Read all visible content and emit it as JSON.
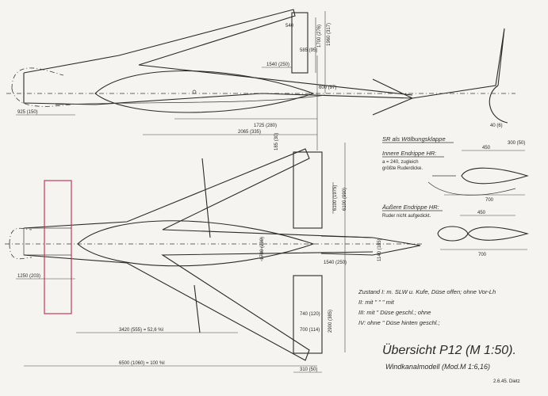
{
  "title": {
    "main": "Übersicht P12 (M 1:50).",
    "sub": "Windkanalmodell (Mod.M 1:6,16)",
    "date": "2.6.45. Dietz"
  },
  "sections": {
    "sr_heading": "SR als Wölbungsklappe",
    "inner_heading": "Innere Endrippe HR:",
    "inner_note1": "a = 240, zugleich",
    "inner_note2": "größte Ruderdicke.",
    "inner_dim_a": "450",
    "inner_dim_b": "700",
    "outer_heading": "Äußere Endrippe HR:",
    "outer_note": "Ruder nicht aufgedickt.",
    "outer_dim_a": "450",
    "outer_dim_b": "700"
  },
  "config": {
    "row1": "Zustand I: m. SLW u. Kufe, Düse offen; ohne Vor-Lh",
    "row2": "II: mit  \"   \"   \"   mit",
    "row3": "III: mit  \"  Düse geschl.; ohne",
    "row4": "IV: ohne  \"  Düse hinten geschl.;"
  },
  "dims": {
    "side_fin_top": "540",
    "side_fin_height": "585 (95)",
    "side_height1": "1700 (276)",
    "side_height2": "1960 (317)",
    "side_fin_chord": "1540 (250)",
    "side_small": "600 (97)",
    "side_nose": "925 (150)",
    "side_1725": "1725 (280)",
    "side_2065": "2065 (335)",
    "side_skid": "40 (6)",
    "side_skid2": "300 (50)",
    "plan_tip": "185 (30)",
    "plan_6100": "6100 (1975)",
    "plan_6100b": "6100 (990)",
    "plan_1780": "1780 (290)",
    "plan_1540": "1540 (250)",
    "plan_tail": "1140 (185)",
    "plan_1250": "1250 (203)",
    "plan_740": "740 (120)",
    "plan_700": "700 (114)",
    "plan_2900": "2900 (385)",
    "plan_3420": "3420 (555) = 52,6 %l",
    "plan_6500": "6500 (1060) = 100 %l",
    "plan_tipw": "310 (50)"
  }
}
